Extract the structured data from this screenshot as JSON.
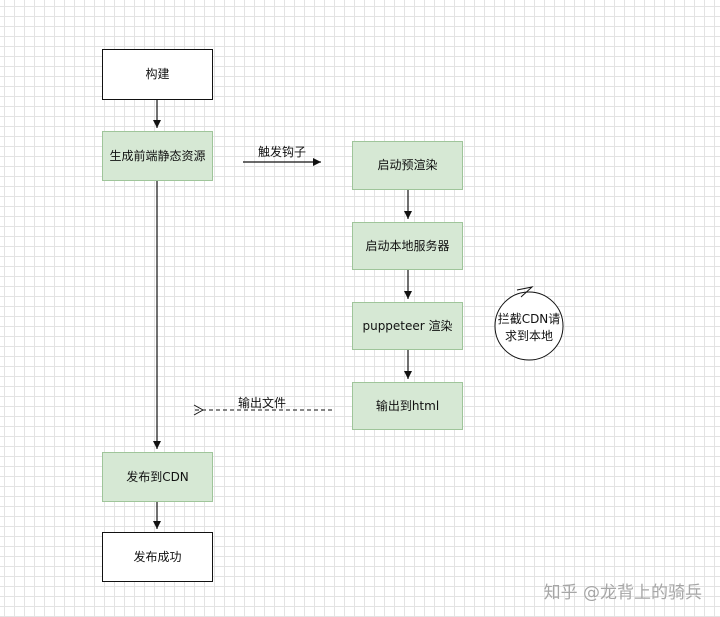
{
  "nodes": {
    "build": "构建",
    "generate_assets": "生成前端静态资源",
    "start_prerender": "启动预渲染",
    "start_local_server": "启动本地服务器",
    "puppeteer_render": "puppeteer 渲染",
    "output_html": "输出到html",
    "publish_cdn": "发布到CDN",
    "publish_success": "发布成功"
  },
  "labels": {
    "trigger_hook": "触发钩子",
    "output_file": "输出文件",
    "intercept_cdn": "拦截CDN请求到本地"
  },
  "watermark": "知乎 @龙背上的骑兵"
}
